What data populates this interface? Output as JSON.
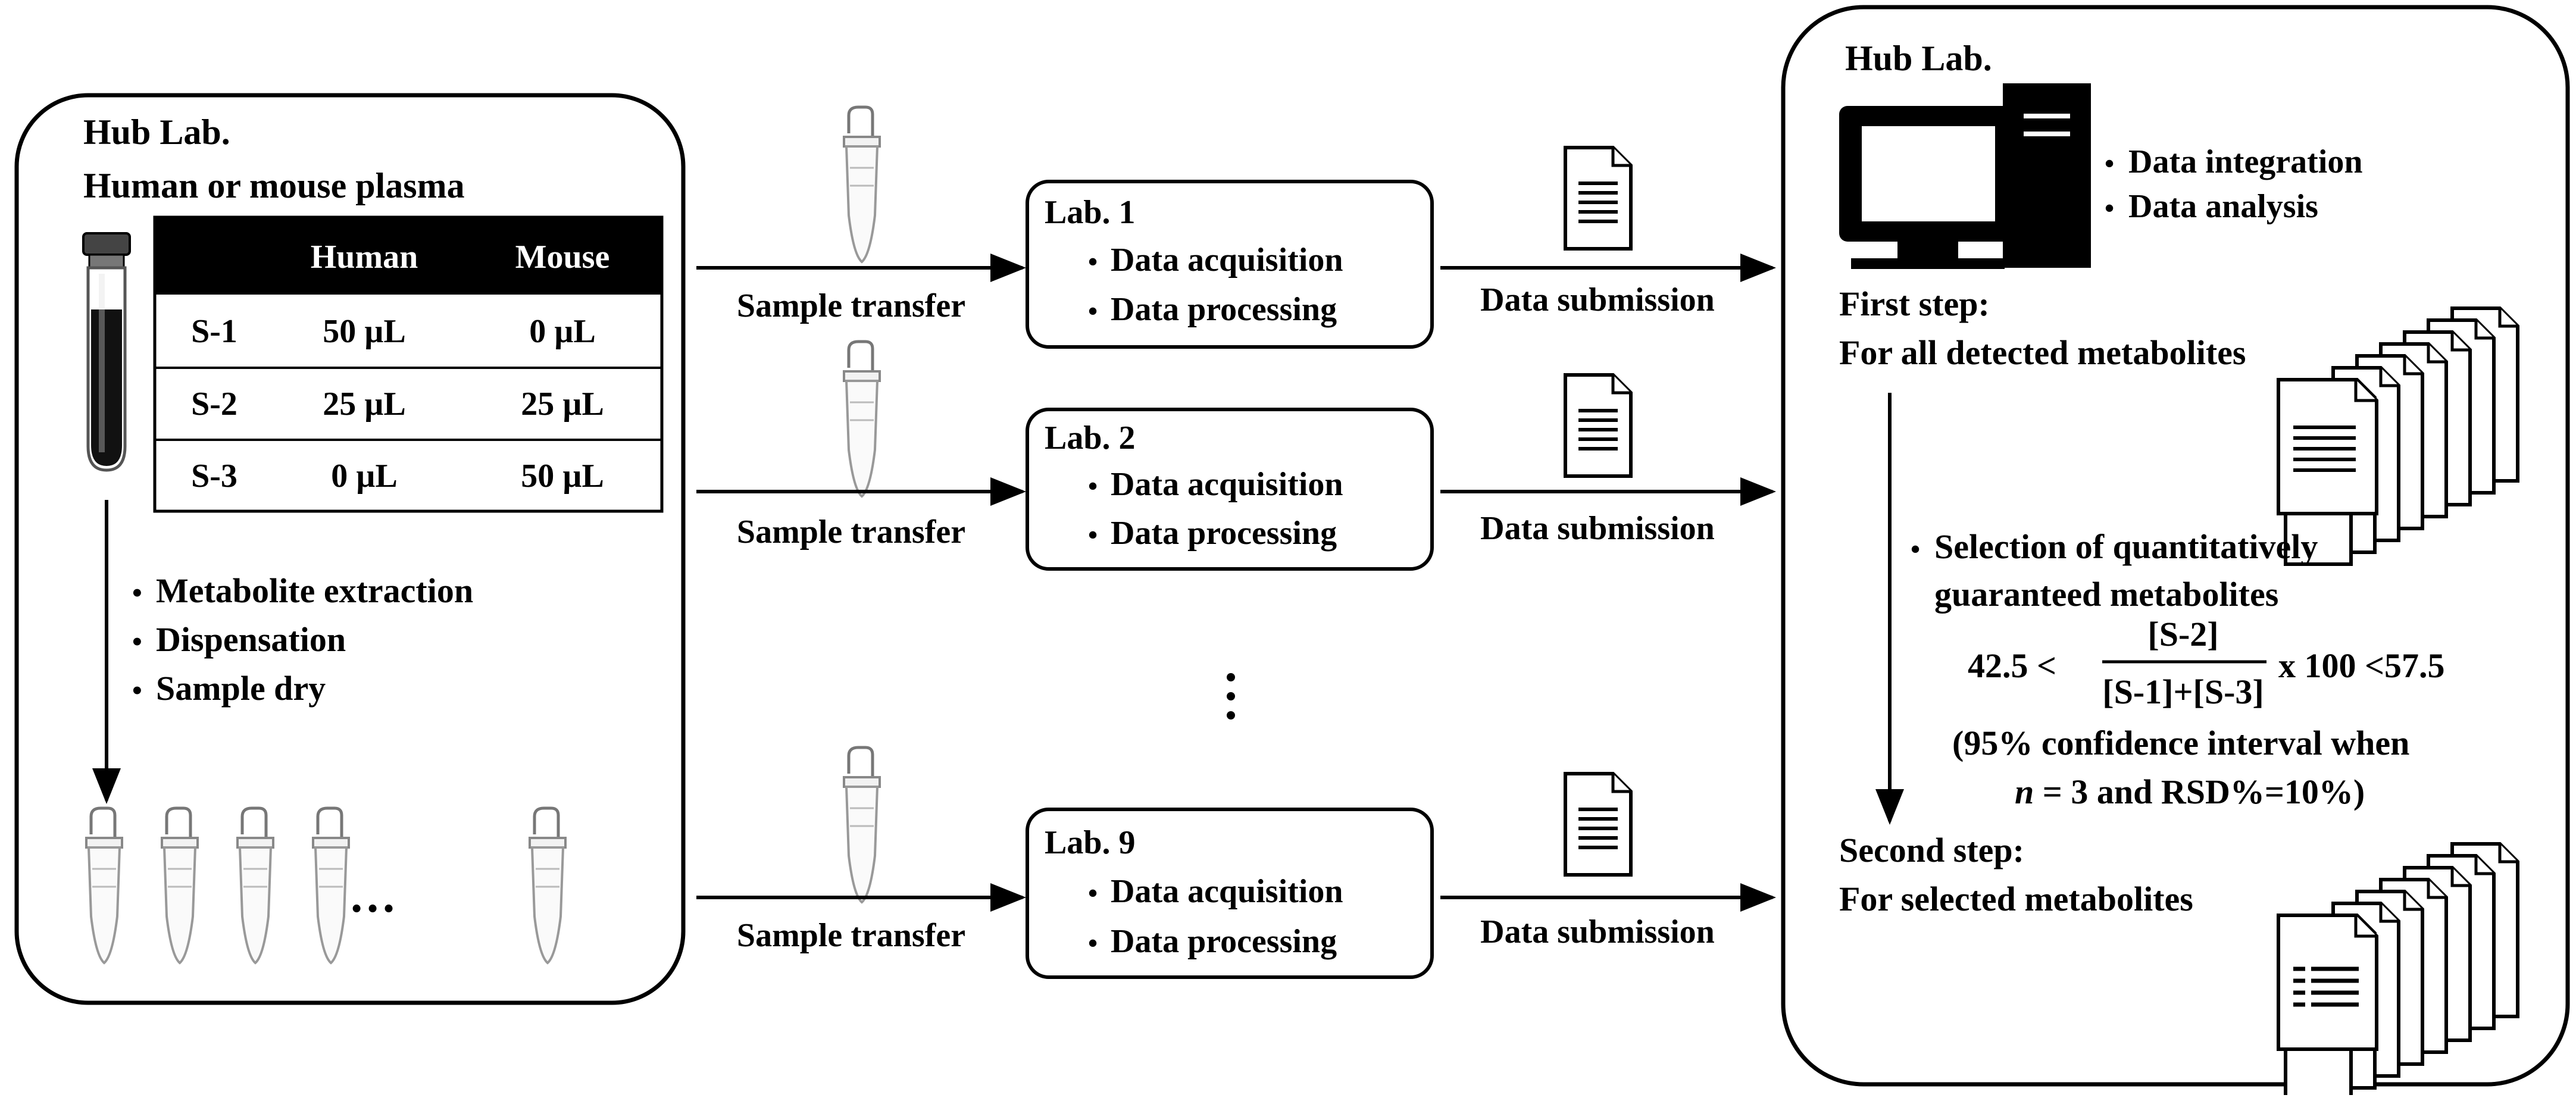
{
  "left_panel": {
    "title": "Hub Lab.",
    "subtitle": "Human or mouse plasma",
    "table": {
      "headers": [
        "",
        "Human",
        "Mouse"
      ],
      "rows": [
        {
          "sample": "S-1",
          "human": "50 µL",
          "mouse": "0 µL"
        },
        {
          "sample": "S-2",
          "human": "25 µL",
          "mouse": "25 µL"
        },
        {
          "sample": "S-3",
          "human": "0 µL",
          "mouse": "50 µL"
        }
      ]
    },
    "steps": [
      "Metabolite extraction",
      "Dispensation",
      "Sample dry"
    ],
    "ellipsis": "…"
  },
  "transfer_label": "Sample transfer",
  "submission_label": "Data submission",
  "labs": [
    {
      "name": "Lab. 1",
      "tasks": [
        "Data acquisition",
        "Data processing"
      ]
    },
    {
      "name": "Lab. 2",
      "tasks": [
        "Data acquisition",
        "Data processing"
      ]
    },
    {
      "name": "Lab. 9",
      "tasks": [
        "Data acquisition",
        "Data processing"
      ]
    }
  ],
  "right_panel": {
    "title": "Hub Lab.",
    "tasks": [
      "Data integration",
      "Data analysis"
    ],
    "first_step_title": "First step:",
    "first_step_desc": "For all detected metabolites",
    "selection_line1": "Selection of quantitatively",
    "selection_line2": "guaranteed metabolites",
    "formula": {
      "left": "42.5 <",
      "numerator": "[S-2]",
      "denominator": "[S-1]+[S-3]",
      "right": "x 100 <57.5"
    },
    "confidence_line1": "(95% confidence interval when",
    "confidence_n": "n",
    "confidence_line2_rest": " = 3 and RSD%=10%)",
    "second_step_title": "Second step:",
    "second_step_desc": "For selected metabolites"
  }
}
